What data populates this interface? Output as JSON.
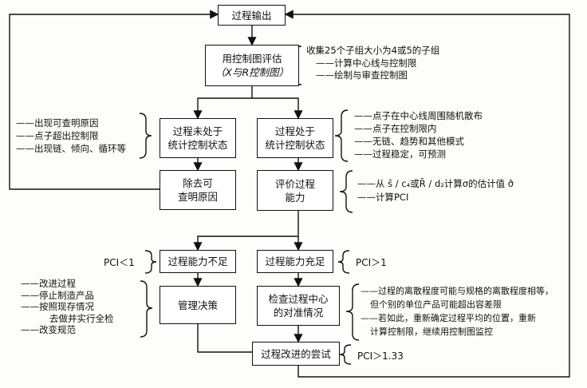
{
  "nodes": {
    "process_output": "过程输出",
    "evaluate_control_chart": [
      "用控制图评估",
      "（X与R控制图）"
    ],
    "not_in_control": [
      "过程未处于",
      "统计控制状态"
    ],
    "in_control": [
      "过程处于",
      "统计控制状态"
    ],
    "remove_causes": [
      "除去可",
      "查明原因"
    ],
    "evaluate_capability": [
      "评价过程",
      "能力"
    ],
    "capability_insufficient": "过程能力不足",
    "capability_sufficient": "过程能力充足",
    "management_decision": "管理决策",
    "check_centering": [
      "检查过程中心",
      "的对准情况"
    ],
    "improvement_attempt": "过程改进的尝试"
  },
  "notes": {
    "collect": [
      "收集25个子组大小为4或5的子组",
      "——计算中心线与控制限",
      "——绘制与审查控制图"
    ],
    "out_of_control_signs": [
      "——出现可查明原因",
      "——点子超出控制限",
      "——出现链、倾向、循环等"
    ],
    "in_control_signs": [
      "——点子在中心线周围随机散布",
      "——点子在控制限内",
      "——无链、趋势和其他模式",
      "——过程稳定，可预测"
    ],
    "capability_calc": [
      "——从 s̄ / c₄或R̄ / d₂计算σ的估计值 σ̂",
      "——计算PCI"
    ],
    "decision_actions": [
      "——改进过程",
      "——停止制造产品",
      "——按照现存情况",
      "去做并实行全检",
      "——改变规范"
    ],
    "centering_notes": [
      "——过程的离散程度可能与规格的离散程度相等，",
      "但个别的单位产品可能超出容差限",
      "——若如此，重新确定过程平均的位置，重新",
      "计算控制限，继续用控制图监控"
    ]
  },
  "labels": {
    "pci_lt_1": "PCI＜1",
    "pci_gt_1": "PCI＞1",
    "pci_gt_133": "PCI＞1.33"
  }
}
